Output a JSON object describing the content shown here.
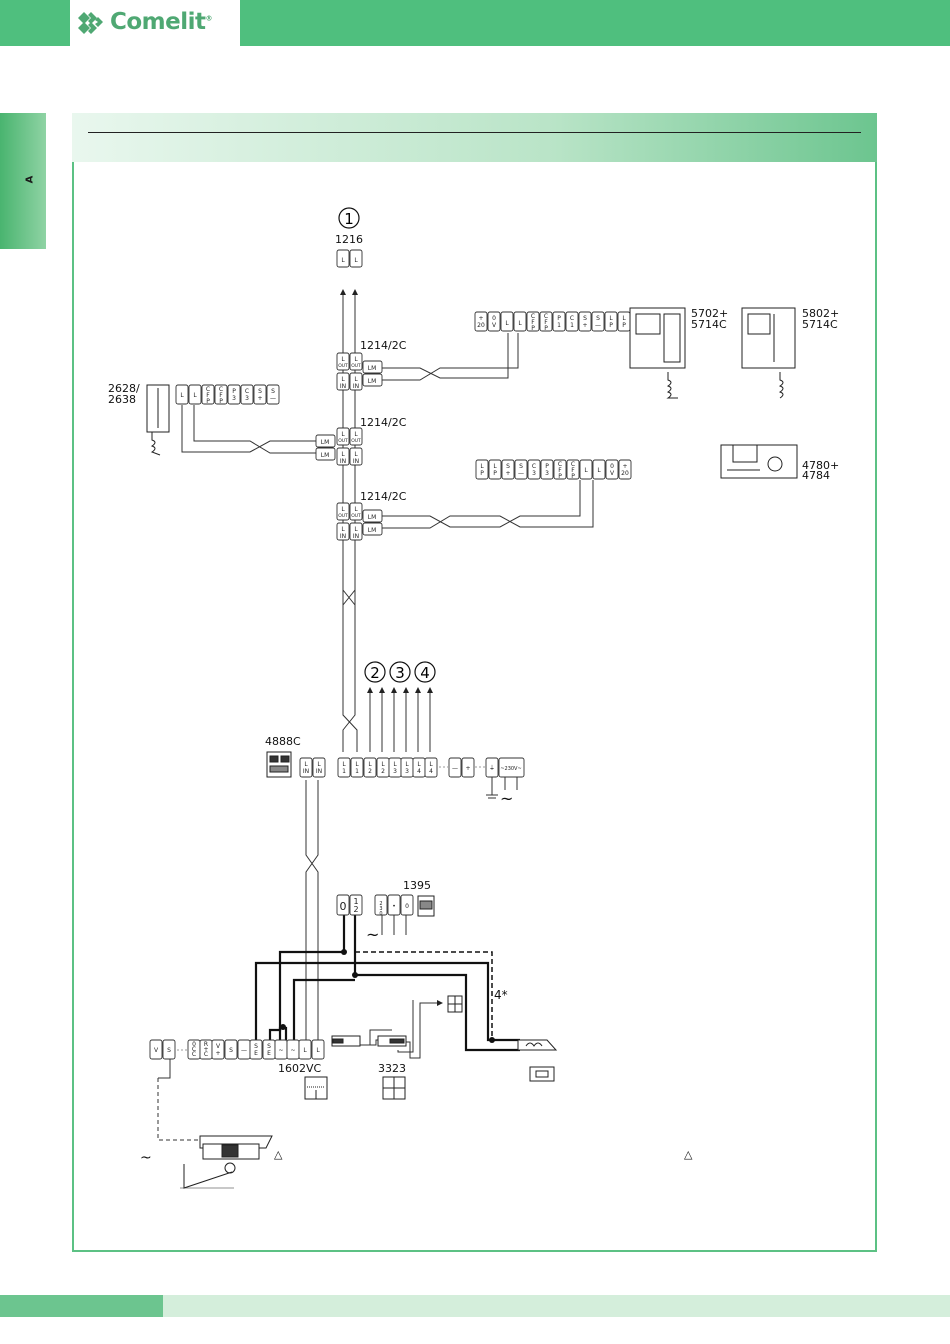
{
  "brand": {
    "name": "Comelit",
    "registered": "®"
  },
  "side_tab": {
    "letter": "A"
  },
  "diagram": {
    "circle_1": "1",
    "circle_2": "2",
    "circle_3": "3",
    "circle_4": "4",
    "m1216": "1216",
    "m1214_a": "1214/2C",
    "m1214_b": "1214/2C",
    "m1214_c": "1214/2C",
    "m5702_1": "5702+",
    "m5702_2": "5714C",
    "m5802_1": "5802+",
    "m5802_2": "5714C",
    "m2628_1": "2628/",
    "m2628_2": "2638",
    "m4780_1": "4780+",
    "m4780_2": "4784",
    "m4888": "4888C",
    "m1395": "1395",
    "m1602": "1602VC",
    "m3323": "3323",
    "note_star": "4*",
    "lm": "LM",
    "mains": "~",
    "warning": "△"
  }
}
